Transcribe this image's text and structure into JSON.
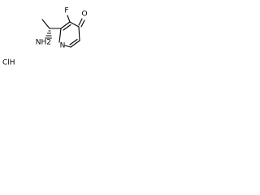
{
  "molecule": {
    "atoms": {
      "fluorine": "F",
      "carbonyl_oxygen": "O",
      "ring_nitrogen": "N",
      "amine": "NH2"
    },
    "salt": "ClH"
  },
  "colors": {
    "bond": "#000000",
    "label": "#000000",
    "background": "#ffffff"
  }
}
